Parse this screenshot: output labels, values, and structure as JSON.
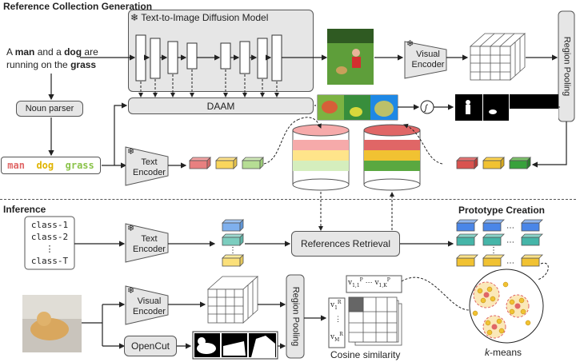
{
  "sections": {
    "reference": "Reference Collection Generation",
    "inference": "Inference",
    "prototype": "Prototype Creation"
  },
  "diffusion_model": "Text-to-Image Diffusion Model",
  "caption": {
    "line1": [
      "A ",
      "man",
      " and a ",
      "dog",
      " are"
    ],
    "line2": [
      "running on the ",
      "grass"
    ]
  },
  "noun_parser": "Noun parser",
  "nouns": [
    {
      "text": "man",
      "color": "#e06666"
    },
    {
      "text": "dog",
      "color": "#e0b400"
    },
    {
      "text": "grass",
      "color": "#8bc34a"
    }
  ],
  "daam": "DAAM",
  "text_encoder": [
    "Text",
    "Encoder"
  ],
  "visual_encoder": [
    "Visual",
    "Encoder"
  ],
  "region_pooling": "Region Pooling",
  "references_retrieval": "References Retrieval",
  "opencut": "OpenCut",
  "classes": [
    "class-1",
    "class-2",
    "⋮",
    "class-T"
  ],
  "cosine_similarity": "Cosine similarity",
  "kmeans": {
    "k": "k",
    "rest": "-means"
  },
  "v_labels": {
    "v1": "v",
    "v1_sub": "1",
    "v1_sup": "R",
    "vm": "v",
    "vm_sub": "M",
    "vm_sup": "R",
    "p11": "v",
    "p11_sub": "1,1",
    "p11_sup": "P",
    "p1k": "v",
    "p1k_sub": "1,K",
    "p1k_sup": "P",
    "dots": "⋯"
  },
  "colors": {
    "red": "#e06666",
    "yellow": "#f1c232",
    "green": "#93c47d",
    "blue": "#4a86e8",
    "teal": "#45b5a8",
    "dark_red": "#cc4125",
    "dark_green": "#38a13c"
  }
}
